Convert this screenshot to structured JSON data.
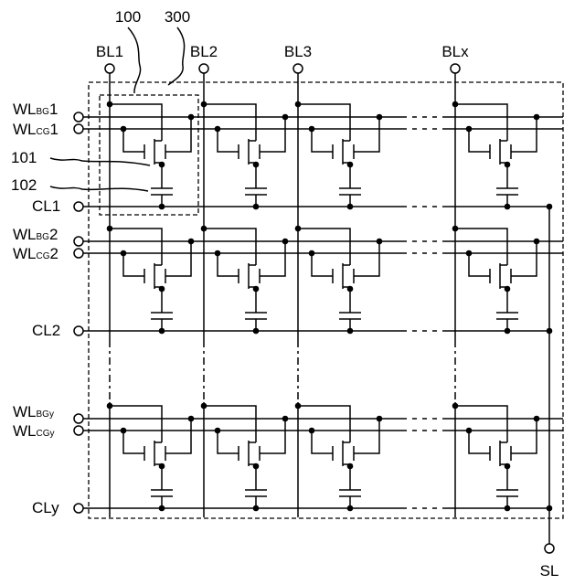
{
  "refs": {
    "a": "100",
    "b": "300",
    "c": "101",
    "d": "102"
  },
  "bitlines": [
    {
      "main": "BL1",
      "sub": ""
    },
    {
      "main": "BL2",
      "sub": ""
    },
    {
      "main": "BL3",
      "sub": ""
    },
    {
      "main": "BL",
      "sub": "x"
    }
  ],
  "rows": [
    {
      "bg_main": "WL",
      "bg_sub": "BG",
      "bg_tail": "1",
      "cg_main": "WL",
      "cg_sub": "CG",
      "cg_tail": "1",
      "cl_main": "CL1",
      "cl_sub": ""
    },
    {
      "bg_main": "WL",
      "bg_sub": "BG",
      "bg_tail": "2",
      "cg_main": "WL",
      "cg_sub": "CG",
      "cg_tail": "2",
      "cl_main": "CL2",
      "cl_sub": ""
    },
    {
      "bg_main": "WL",
      "bg_sub": "BGy",
      "bg_tail": "",
      "cg_main": "WL",
      "cg_sub": "CGy",
      "cg_tail": "",
      "cl_main": "CL",
      "cl_sub": "y"
    }
  ],
  "sl_label": "SL",
  "colors": {
    "line": "#000000",
    "background": "#ffffff"
  }
}
